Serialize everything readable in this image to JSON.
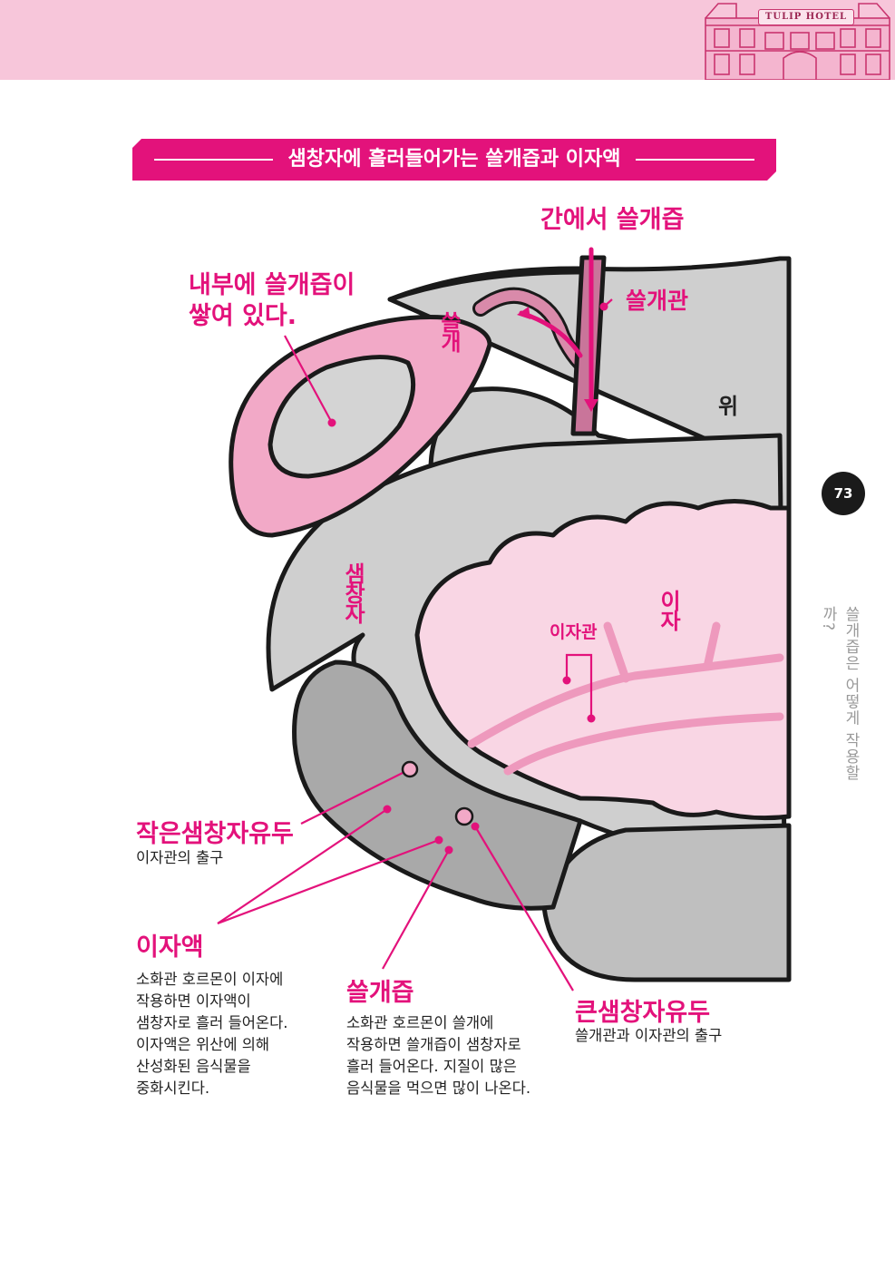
{
  "header": {
    "hotel_sign": "TULIP HOTEL",
    "band_color": "#f7c6da"
  },
  "title": "쓸개관과 이자관의 출구",
  "page_number": "73",
  "side_title": "쓸개즙은 어떻게 작용할까?",
  "accent_color": "#e3127b",
  "diagram": {
    "title": "샘창자에 흘러들어가는 쓸개즙과 이자액",
    "labels": {
      "from_liver": "간에서 쓸개즙",
      "bile_inside": "내부에 쓸개즙이\n쌓여 있다.",
      "gallbladder": "쓸개",
      "bile_duct": "쓸개관",
      "stomach": "위",
      "duodenum": "샘창자",
      "pancreatic_duct": "이자관",
      "pancreas": "이자"
    },
    "minor_papilla": {
      "title": "작은샘창자유두",
      "desc": "이자관의 출구"
    },
    "pancreatic_juice": {
      "title": "이자액",
      "desc": "소화관 호르몬이 이자에\n작용하면 이자액이\n샘창자로 흘러 들어온다.\n이자액은 위산에 의해\n산성화된 음식물을\n중화시킨다."
    },
    "bile": {
      "title": "쓸개즙",
      "desc": "소화관 호르몬이 쓸개에\n작용하면 쓸개즙이 샘창자로\n흘러 들어온다. 지질이 많은\n음식물을 먹으면 많이 나온다."
    },
    "major_papilla": {
      "title": "큰샘창자유두",
      "desc": "쓸개관과 이자관의 출구"
    }
  },
  "icons": [
    "hotel-facade-icon"
  ]
}
